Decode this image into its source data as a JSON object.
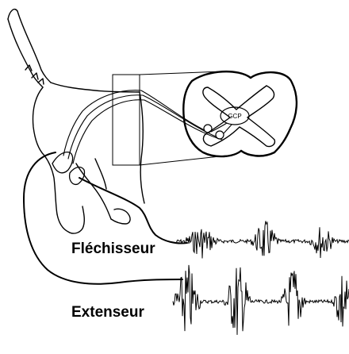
{
  "labels": {
    "flexor": "Fléchisseur",
    "extensor": "Extenseur",
    "gcp": "GCP"
  },
  "colors": {
    "ink": "#000000",
    "background": "#ffffff"
  }
}
